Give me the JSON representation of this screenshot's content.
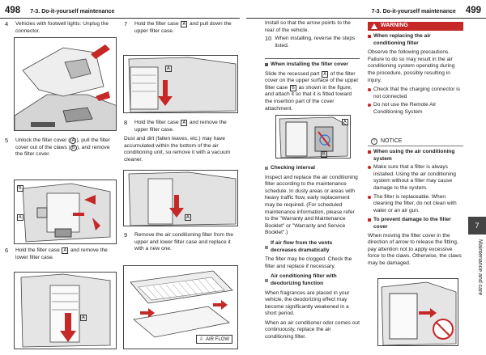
{
  "left_header": {
    "page_number": "498",
    "section": "7-3. Do-it-yourself maintenance"
  },
  "right_header": {
    "section": "7-3. Do-it-yourself maintenance",
    "page_number": "499"
  },
  "left_col1": {
    "step4": {
      "num": "4",
      "text": "Vehicles with footwell lights: Unplug the connector."
    },
    "step5": {
      "num": "5",
      "pre": "Unlock the filter cover (",
      "A": "A",
      "mid": "), pull the filter cover out of the claws (",
      "B": "B",
      "post": "), and remove the filter cover."
    },
    "step6": {
      "num": "6",
      "pre": "Hold the filter case ",
      "A": "A",
      "post": " and remove the lower filter case."
    },
    "labels": {
      "A": "A",
      "B": "B"
    }
  },
  "left_col2": {
    "step7": {
      "num": "7",
      "pre": "Hold the filter case ",
      "A": "A",
      "post": " and pull down the upper filter case."
    },
    "step8": {
      "num": "8",
      "pre": "Hold the filter case ",
      "A": "A",
      "post": " and remove the upper filter case."
    },
    "step8_note": "Dust and dirt (fallen leaves, etc.) may have accumulated within the bottom of the air conditioning unit, so remove it with a vacuum cleaner.",
    "step9": {
      "num": "9",
      "text": "Remove the air conditioning filter from the upper and lower filter case and replace it with a new one."
    },
    "labels": {
      "A": "A"
    },
    "air_flow": "AIR FLOW"
  },
  "right_col1": {
    "intro": "Install so that the arrow points to the rear of the vehicle.",
    "step10": {
      "num": "10",
      "text": "When installing, reverse the steps listed."
    },
    "installing": {
      "heading": "When installing the filter cover",
      "pre": "Slide the recessed part ",
      "A": "A",
      "mid": " of the filter cover on the upper surface of the upper filter case ",
      "B": "B",
      "post": " as shown in the figure, and attach it so that it is fitted toward the insertion part of the cover attachment."
    },
    "labels": {
      "A": "A",
      "B": "B"
    },
    "checking": {
      "heading": "Checking interval",
      "text": "Inspect and replace the air conditioning filter according to the maintenance schedule. In dusty areas or areas with heavy traffic flow, early replacement may be required. (For scheduled maintenance information, please refer to the \"Warranty and Maintenance Booklet\" or \"Warranty and Service Booklet\".)"
    },
    "airflow": {
      "heading": "If air flow from the vents decreases dramatically",
      "text": "The filter may be clogged. Check the filter and replace if necessary."
    },
    "deodorizing": {
      "heading": "Air conditioning filter with deodorizing function",
      "text1": "When fragrances are placed in your vehicle, the deodorizing effect may become significantly weakened in a short period.",
      "text2": "When an air conditioner odor comes out continuously, replace the air conditioning filter."
    }
  },
  "right_col2": {
    "warning_title": "WARNING",
    "w1_heading": "When replacing the air conditioning filter",
    "w1_text": "Observe the following precautions. Failure to do so may result in the air conditioning system operating during the procedure, possibly resulting in injury.",
    "w1_b1": "Check that the charging connector is not connected",
    "w1_b2": "Do not use the Remote Air Conditioning System",
    "notice_title": "NOTICE",
    "n1_heading": "When using the air conditioning system",
    "n1_b1": "Make sure that a filter is always installed. Using the air conditioning system without a filter may cause damage to the system.",
    "n1_b2": "The filter is replaceable. When cleaning the filter, do not clean with water or an air gun.",
    "n2_heading": "To prevent damage to the filter cover",
    "n2_text": "When moving the filter cover in the direction of arrow to release the fitting, pay attention not to apply excessive force to the claws. Otherwise, the claws may be damaged."
  },
  "side_tab": {
    "number": "7",
    "text": "Maintenance and care"
  },
  "colors": {
    "warning": "#c62828",
    "tab": "#444444"
  }
}
